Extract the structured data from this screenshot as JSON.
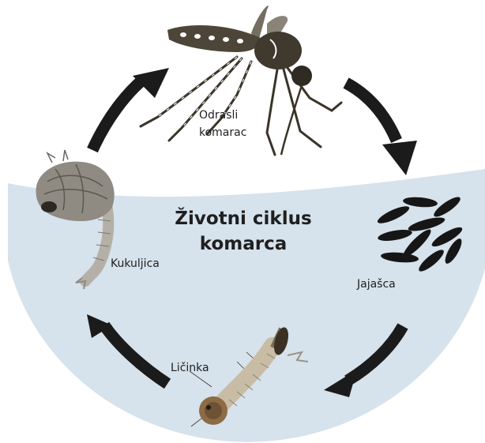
{
  "diagram": {
    "title_line1": "Životni ciklus",
    "title_line2": "komarca",
    "stages": {
      "adult_line1": "Odrasli",
      "adult_line2": "komarac",
      "eggs": "Jajašca",
      "larva": "Ličinka",
      "pupa": "Kukuljica"
    }
  },
  "colors": {
    "water": "#d6e2ec",
    "arrow": "#1b1b1b",
    "mosquito_body": "#4d4638",
    "egg": "#161616",
    "pupa": "#8f8a82",
    "larva": "#b9aa92"
  }
}
